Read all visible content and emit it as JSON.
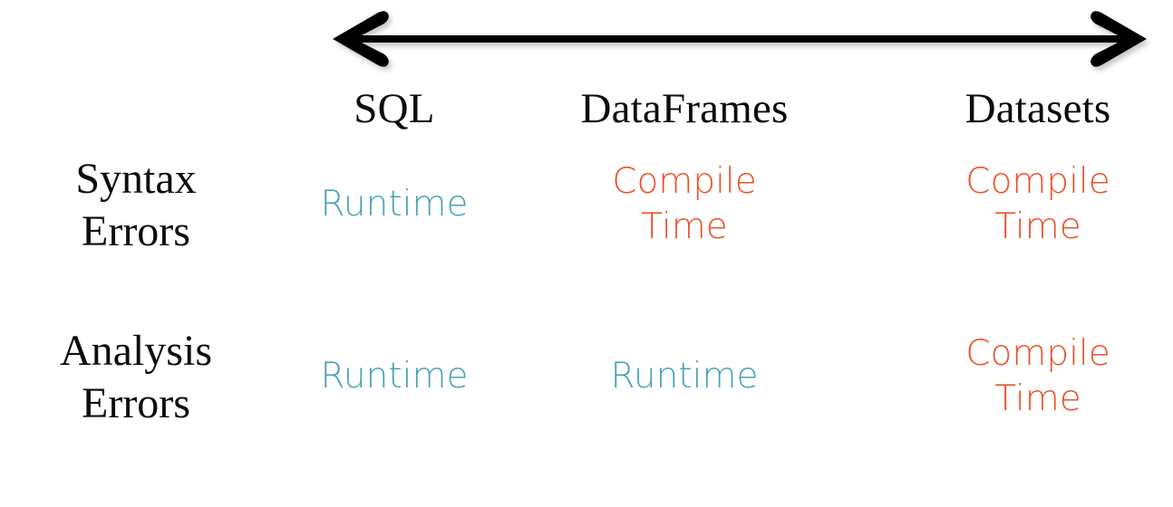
{
  "diagram": {
    "title_text": "",
    "arrow": {
      "icon": "double-headed-arrow-icon",
      "direction": "horizontal-both",
      "color": "#000000"
    },
    "colors": {
      "runtime": "#4aa3b5",
      "compile_time": "#e8542b",
      "text": "#0d0d0d",
      "background": "#ffffff"
    },
    "columns": [
      {
        "label": "SQL"
      },
      {
        "label": "DataFrames"
      },
      {
        "label": "Datasets"
      }
    ],
    "rows": [
      {
        "label_line1": "Syntax",
        "label_line2": "Errors",
        "cells": [
          {
            "kind": "runtime",
            "line1": "Runtime",
            "line2": ""
          },
          {
            "kind": "compile",
            "line1": "Compile",
            "line2": "Time"
          },
          {
            "kind": "compile",
            "line1": "Compile",
            "line2": "Time"
          }
        ]
      },
      {
        "label_line1": "Analysis",
        "label_line2": "Errors",
        "cells": [
          {
            "kind": "runtime",
            "line1": "Runtime",
            "line2": ""
          },
          {
            "kind": "runtime",
            "line1": "Runtime",
            "line2": ""
          },
          {
            "kind": "compile",
            "line1": "Compile",
            "line2": "Time"
          }
        ]
      }
    ]
  }
}
